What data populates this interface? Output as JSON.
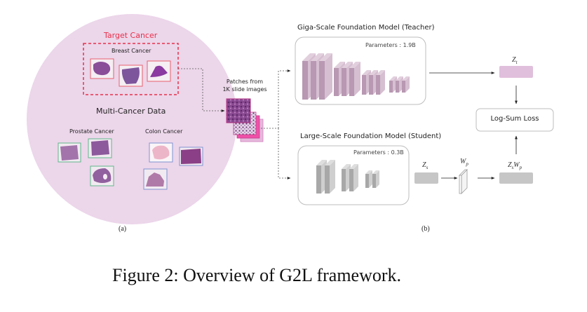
{
  "panel_a": {
    "target_label": "Target Cancer",
    "breast_label": "Breast Cancer",
    "multi_label": "Multi-Cancer Data",
    "prostate_label": "Prostate Cancer",
    "colon_label": "Colon Cancer",
    "patches_label_1": "Patches from",
    "patches_label_2": "1K slide images",
    "sub_label": "(a)"
  },
  "panel_b": {
    "teacher_title": "Giga-Scale Foundation Model (Teacher)",
    "teacher_params": "Parameters : 1.9B",
    "student_title": "Large-Scale Foundation Model (Student)",
    "student_params": "Parameters : 0.3B",
    "zt_label": "Z",
    "zt_sub": "t",
    "zs_label": "Z",
    "zs_sub": "s",
    "wp_label": "W",
    "wp_sub": "p",
    "zswp_label": "Z",
    "zswp_sub1": "s",
    "zswp_mid": "W",
    "zswp_sub2": "p",
    "loss_label": "Log-Sum Loss",
    "sub_label": "(b)"
  },
  "colors": {
    "circle": "#ecd6ea",
    "target_red": "#e8304a",
    "prostate_green": "#5fb88a",
    "colon_blue": "#7f93d0",
    "teacher_block": "#c7a8bf",
    "student_block": "#bdbdbd",
    "zt_fill": "#e0bfdc",
    "zs_fill": "#c6c6c6"
  },
  "caption": "Figure 2: Overview of G2L framework."
}
